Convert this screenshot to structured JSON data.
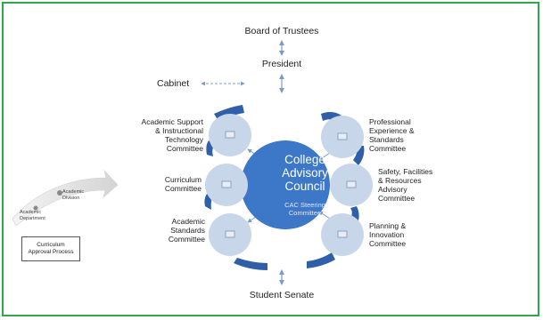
{
  "top": {
    "board": "Board of Trustees",
    "president": "President",
    "cabinet": "Cabinet",
    "senate": "Student Senate"
  },
  "center": {
    "title_lines": [
      "College",
      "Advisory",
      "Council"
    ],
    "subtitle_lines": [
      "CAC Steering",
      "Committee"
    ]
  },
  "left_committees": [
    [
      "Academic Support",
      "& Instructional",
      "Technology",
      "Committee"
    ],
    [
      "Curriculum",
      "Committee"
    ],
    [
      "Academic",
      "Standards",
      "Committee"
    ]
  ],
  "right_committees": [
    [
      "Professional",
      "Experience &",
      "Standards",
      "Committee"
    ],
    [
      "Safety, Facilities",
      "& Resources",
      "Advisory",
      "Committee"
    ],
    [
      "Planning &",
      "Innovation",
      "Committee"
    ]
  ],
  "side_process": {
    "academic_division": [
      "Academic",
      "Division"
    ],
    "academic_department": [
      "Academic",
      "Department"
    ],
    "approval_box": [
      "Curriculum",
      "Approval Process"
    ]
  },
  "colors": {
    "frame_border": "#2ea84a",
    "center_fill": "#3d77c8",
    "committee_fill": "#c8d6ea",
    "arc_fill": "#2e5fa8",
    "arrow": "#7a9bc8"
  }
}
